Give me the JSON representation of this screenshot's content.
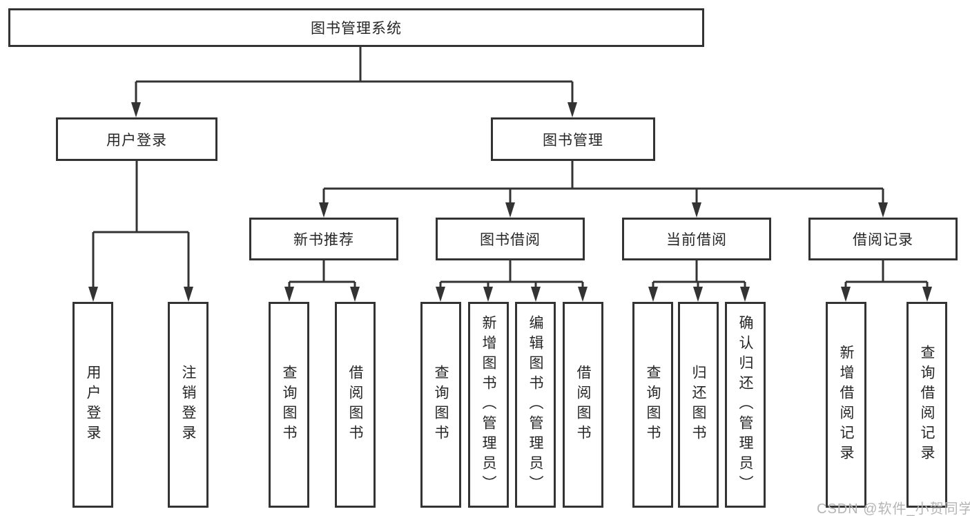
{
  "diagram": {
    "type": "tree",
    "title": "图书管理系统"
  },
  "tree": {
    "label": "图书管理系统",
    "children": [
      {
        "label": "用户登录",
        "children": [
          {
            "label": "用户登录"
          },
          {
            "label": "注销登录"
          }
        ]
      },
      {
        "label": "图书管理",
        "children": [
          {
            "label": "新书推荐",
            "children": [
              {
                "label": "查询图书"
              },
              {
                "label": "借阅图书"
              }
            ]
          },
          {
            "label": "图书借阅",
            "children": [
              {
                "label": "查询图书"
              },
              {
                "label": "新增图书（管理员）"
              },
              {
                "label": "编辑图书（管理员）"
              },
              {
                "label": "借阅图书"
              }
            ]
          },
          {
            "label": "当前借阅",
            "children": [
              {
                "label": "查询图书"
              },
              {
                "label": "归还图书"
              },
              {
                "label": "确认归还（管理员）"
              }
            ]
          },
          {
            "label": "借阅记录",
            "children": [
              {
                "label": "新增借阅记录"
              },
              {
                "label": "查询借阅记录"
              }
            ]
          }
        ]
      }
    ]
  },
  "watermark": {
    "text": "CSDN @软件_小贺同学"
  },
  "colors": {
    "line": "#333333",
    "text": "#262626",
    "background": "#ffffff",
    "watermark": "#b5b5b5"
  }
}
